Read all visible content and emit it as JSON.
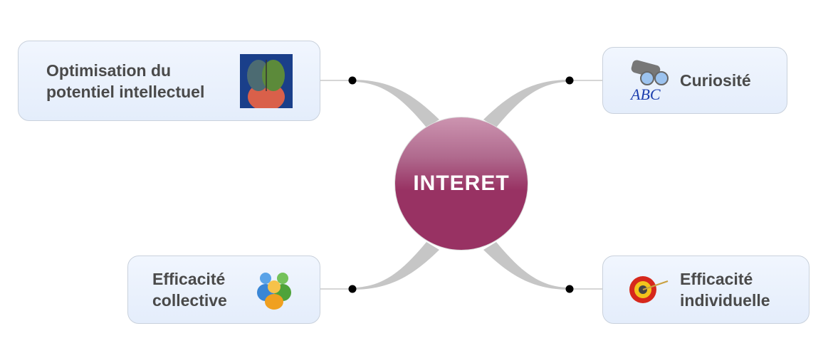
{
  "central_topic": {
    "label": "INTERET"
  },
  "branches": [
    {
      "label_line1": "Optimisation du",
      "label_line2": "potentiel intellectuel",
      "icon": "brain-head-icon"
    },
    {
      "label_line1": "Curiosité",
      "icon": "binoculars-abc-icon"
    },
    {
      "label_line1": "Efficacité",
      "label_line2": "collective",
      "icon": "people-group-icon"
    },
    {
      "label_line1": "Efficacité",
      "label_line2": "individuelle",
      "icon": "target-icon"
    }
  ],
  "colors": {
    "central": "#983263",
    "connector": "#c6c6c6",
    "node_bg": "#e8effb",
    "text": "#4a4a4a"
  }
}
